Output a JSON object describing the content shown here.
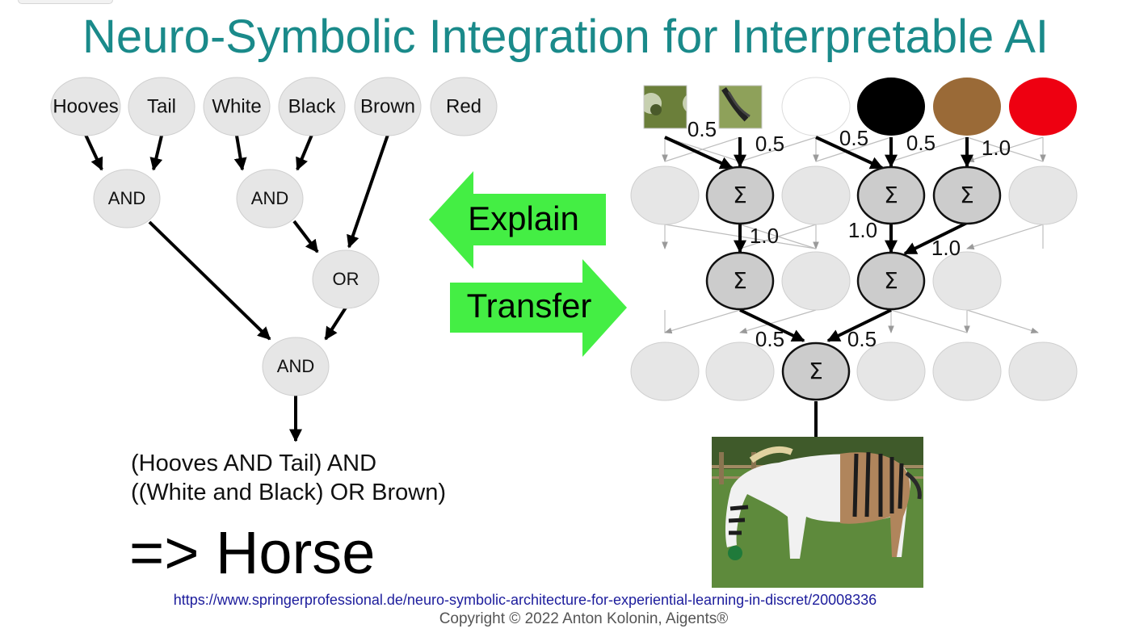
{
  "title": "Neuro-Symbolic Integration for Interpretable AI",
  "symbolic_tree": {
    "features": [
      "Hooves",
      "Tail",
      "White",
      "Black",
      "Brown",
      "Red"
    ],
    "and_left": "AND",
    "and_right": "AND",
    "or_node": "OR",
    "and_root": "AND"
  },
  "rule_line1": "(Hooves AND Tail) AND",
  "rule_line2": "((White and Black) OR Brown)",
  "result": "=> Horse",
  "explain_label": "Explain",
  "transfer_label": "Transfer",
  "network": {
    "input_colors": [
      "#ffffff",
      "#000000",
      "#9a6a37",
      "#ee0011"
    ],
    "sigma": "Σ",
    "weights": {
      "w_hooves": "0.5",
      "w_tail": "0.5",
      "w_white": "0.5",
      "w_black": "0.5",
      "w_brown": "1.0",
      "w_l1_a": "1.0",
      "w_l1_b": "1.0",
      "w_l1_c": "1.0",
      "w_l2_a": "0.5",
      "w_l2_b": "0.5"
    }
  },
  "source_url": "https://www.springerprofessional.de/neuro-symbolic-architecture-for-experiential-learning-in-discret/20008336",
  "copyright": "Copyright © 2022 Anton Kolonin, Aigents®"
}
